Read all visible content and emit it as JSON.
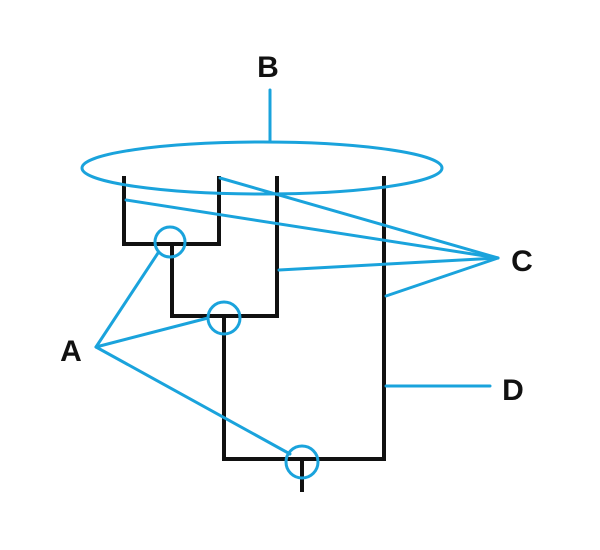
{
  "colors": {
    "tree": "#111111",
    "annotation": "#1aa3dc",
    "label": "#111111"
  },
  "labels": {
    "a": "A",
    "b": "B",
    "c": "C",
    "d": "D"
  }
}
